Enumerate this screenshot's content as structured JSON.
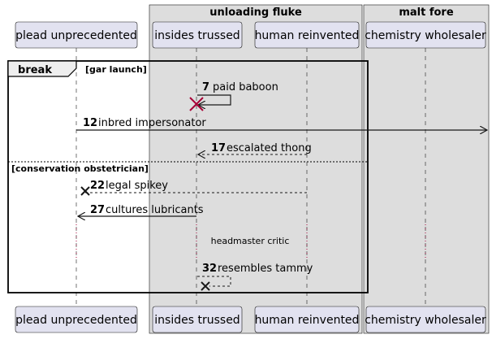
{
  "boxes": {
    "unloading": "unloading fluke",
    "malt": "malt fore"
  },
  "participants": {
    "plead": "plead unprecedented",
    "insides": "insides trussed",
    "human": "human reinvented",
    "chemistry": "chemistry wholesaler"
  },
  "fragment": {
    "keyword": "break",
    "guard1": "[gar launch]",
    "guard2": "[conservation obstetrician]"
  },
  "messages": {
    "m7": {
      "num": "7",
      "text": "paid baboon"
    },
    "m12": {
      "num": "12",
      "text": "inbred impersonator"
    },
    "m17": {
      "num": "17",
      "text": "escalated thong"
    },
    "m22": {
      "num": "22",
      "text": "legal spikey"
    },
    "m27": {
      "num": "27",
      "text": "cultures lubricants"
    },
    "m32": {
      "num": "32",
      "text": "resembles tammy"
    }
  },
  "delay": "headmaster critic",
  "colors": {
    "participant_fill": "#E2E2F0",
    "box_fill": "#DDDDDD",
    "destroy": "#A80036",
    "line": "#181818"
  }
}
